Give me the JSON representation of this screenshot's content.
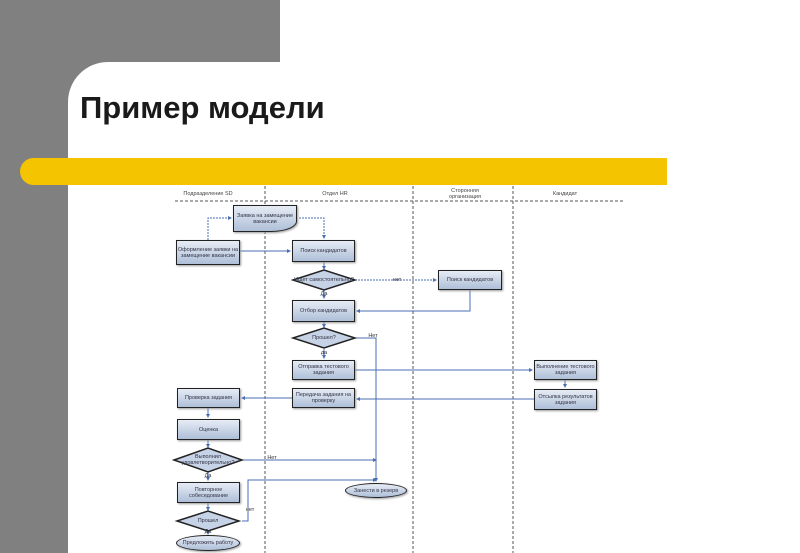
{
  "slide": {
    "title": "Пример модели"
  },
  "lanes": [
    "Подразделение SD",
    "Отдел HR",
    "Сторонняя организация",
    "Кандидат"
  ],
  "nodes": {
    "request_doc": "Заявка на замещение вакансии",
    "form_request": "Оформление заявки на замещение вакансии",
    "search_hr": "Поиск кандидатов",
    "search_self": "Ищет самостоятельно?",
    "search_ext": "Поиск кандидатов",
    "select": "Отбор кандидатов",
    "passed1": "Прошел?",
    "send_test": "Отправка тестового задания",
    "do_test": "Выполнение тестового задания",
    "send_results": "Отсылка результатов задания",
    "forward_check": "Передача задания на проверку",
    "check": "Проверка задания",
    "evaluate": "Оценка",
    "satisfactory": "Выполнил удовлетворительно?",
    "interview": "Повторное собеседование",
    "reserve": "Занести в резерв",
    "passed2": "Прошел",
    "offer": "Предложить работу"
  },
  "labels": {
    "yes1": "Да",
    "no1": "нет",
    "no2": "Нет",
    "yes2": "да",
    "no3": "Нет",
    "yes3": "Да",
    "no4": "нет",
    "yes4": "Да"
  }
}
